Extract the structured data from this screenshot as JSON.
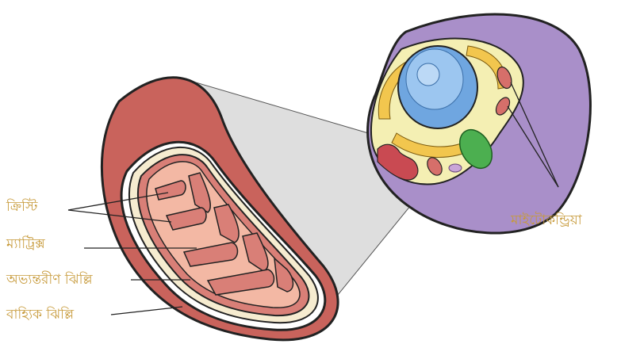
{
  "labels": {
    "cristae": "ক্রিস্টি",
    "matrix": "ম্যাট্রিক্স",
    "inner_membrane": "অভ্যন্তরীণ ঝিল্লি",
    "outer_membrane": "বাহ্যিক ঝিল্লি",
    "mitochondria": "মাইটোকন্ড্রিয়া"
  },
  "colors": {
    "label_text": "#c79a3a",
    "outer_membrane": "#c9635c",
    "intermembrane_space": "#f6ecd0",
    "inner_membrane_fill": "#d97f77",
    "matrix": "#f3b8a4",
    "cell_membrane": "#a98fc9",
    "cytoplasm": "#f4efb3",
    "nucleus": "#6fa6e0",
    "zoom_wedge": "#dedede"
  }
}
